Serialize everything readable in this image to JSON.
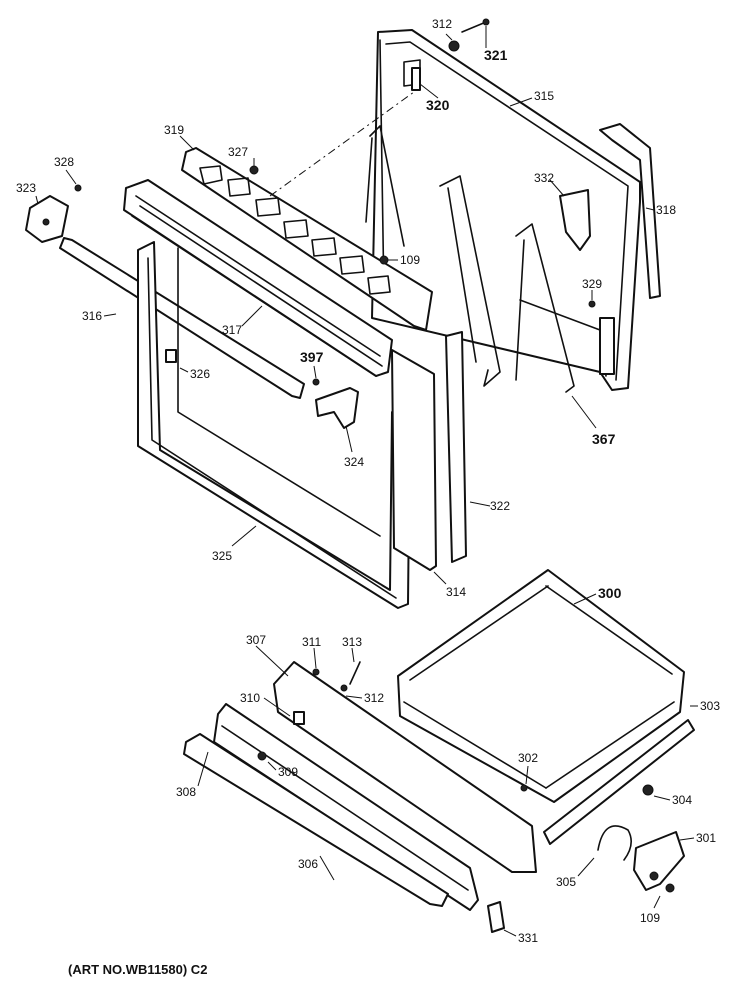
{
  "caption": "(ART NO.WB11580) C2",
  "labels": {
    "l312a": "312",
    "l321": "321",
    "l320": "320",
    "l315": "315",
    "l319": "319",
    "l327": "327",
    "l328": "328",
    "l323": "323",
    "l318": "318",
    "l332": "332",
    "l109a": "109",
    "l329": "329",
    "l316": "316",
    "l317": "317",
    "l397": "397",
    "l326": "326",
    "l324": "324",
    "l367": "367",
    "l322": "322",
    "l325": "325",
    "l314": "314",
    "l300": "300",
    "l307": "307",
    "l311": "311",
    "l313": "313",
    "l310": "310",
    "l312b": "312",
    "l303": "303",
    "l302": "302",
    "l309": "309",
    "l308": "308",
    "l304": "304",
    "l301": "301",
    "l305": "305",
    "l306": "306",
    "l331": "331",
    "l109b": "109"
  }
}
